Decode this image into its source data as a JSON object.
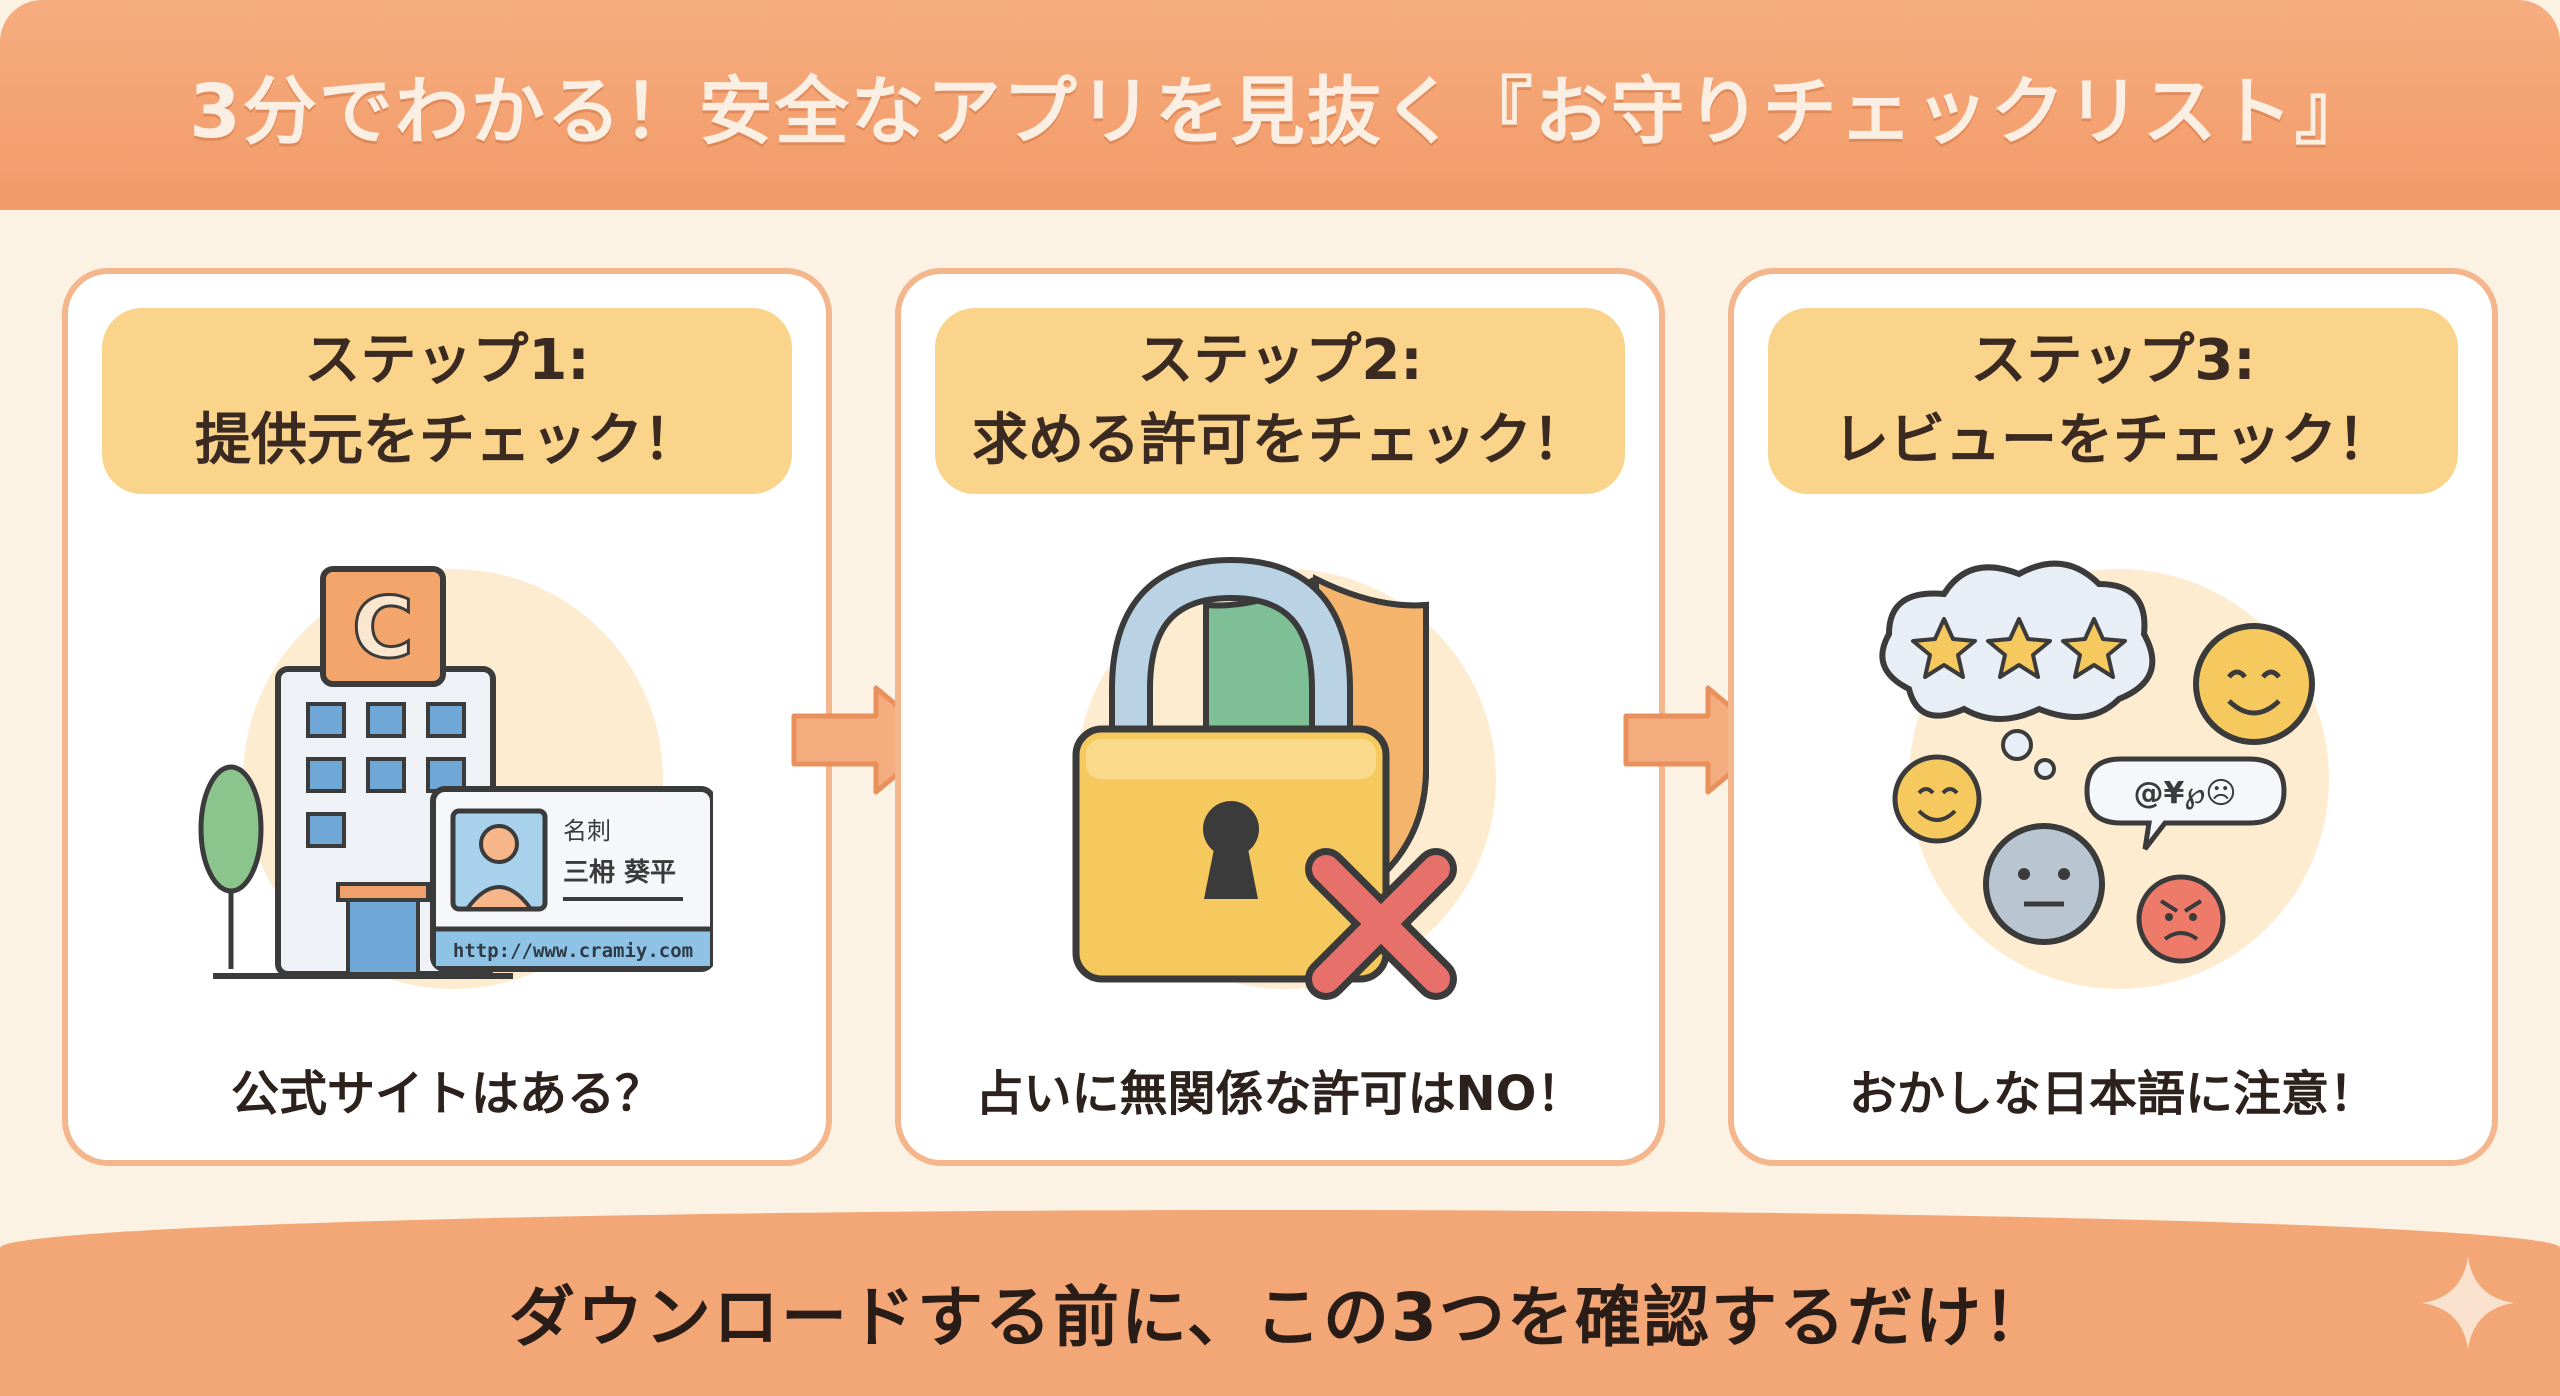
{
  "header": {
    "title": "3分でわかる！安全なアプリを見抜く『お守りチェックリスト』"
  },
  "steps": [
    {
      "step": "ステップ1:",
      "title": "提供元をチェック！",
      "caption": "公式サイトはある？",
      "card": {
        "logo_letter": "C",
        "label": "名刺",
        "name": "三枏 葵平",
        "url": "http://www.cramiy.com"
      }
    },
    {
      "step": "ステップ2:",
      "title": "求める許可をチェック！",
      "caption": "占いに無関係な許可はNO！"
    },
    {
      "step": "ステップ3:",
      "title": "レビューをチェック！",
      "caption": "おかしな日本語に注意！",
      "garbled_text": "@¥℘☹"
    }
  ],
  "footer": {
    "text": "ダウンロードする前に、この3つを確認するだけ！"
  },
  "colors": {
    "banner": "#f29a68",
    "card_border": "#f4b68c",
    "step_header": "#f9d48a",
    "background": "#fbf2e3",
    "danger": "#e8706a"
  }
}
